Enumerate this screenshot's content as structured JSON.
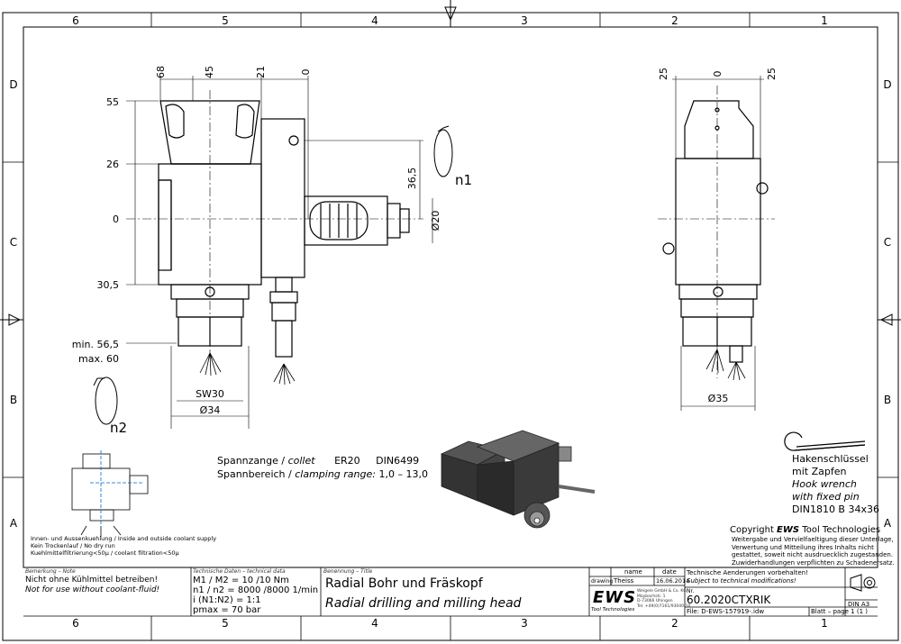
{
  "frame": {
    "column_numbers": [
      "6",
      "5",
      "4",
      "3",
      "2",
      "1"
    ],
    "row_letters": [
      "D",
      "C",
      "B",
      "A"
    ]
  },
  "dimensions": {
    "top": [
      "68",
      "45",
      "21",
      "0"
    ],
    "left": [
      "55",
      "26",
      "0",
      "30,5"
    ],
    "minmax": [
      "min. 56,5",
      "max. 60"
    ],
    "height_36_5": "36,5",
    "dia_20": "Ø20",
    "sw30": "SW30",
    "dia_34": "Ø34",
    "side_top": [
      "25",
      "0",
      "25"
    ],
    "dia_35": "Ø35",
    "rotation": [
      "n1",
      "n2"
    ]
  },
  "collet": {
    "line1_de": "Spannzange /",
    "line1_en": "collet",
    "line1_type": "ER20",
    "line1_std": "DIN6499",
    "line2_de": "Spannbereich /",
    "line2_en": "clamping range:",
    "line2_range": "1,0 – 13,0"
  },
  "coolant_notes": [
    "Innen- und Aussenkuehlung / Inside and outside coolant supply",
    "Kein Trockenlauf / No dry run",
    "Kuehlmittelfiltrierung<50µ / coolant filtration<50µ"
  ],
  "wrench": [
    "Hakenschlüssel",
    "mit Zapfen",
    "Hook wrench",
    "with fixed pin",
    "DIN1810 B 34x36"
  ],
  "copyright": {
    "title_prefix": "Copyright ",
    "brand": "EWS",
    "title_suffix": " Tool Technologies",
    "lines": [
      "Weitergabe und Vervielfaeltigung dieser Unterlage,",
      "Verwertung und Mitteilung ihres Inhalts nicht",
      "gestattet, soweit nicht ausdruecklich zugestanden.",
      "Zuwiderhandlungen verpflichten zu Schadenersatz."
    ]
  },
  "title_block": {
    "note_label": "Bemerkung – Note",
    "note_de": "Nicht ohne Kühlmittel betreiben!",
    "note_en": "Not for use without coolant-fluid!",
    "tech_label": "Technische Daten – technical data",
    "tech_lines": [
      "M1 / M2 = 10  /10  Nm",
      "n1 / n2 = 8000 /8000  1/min",
      "i  (N1:N2) = 1:1",
      "pmax     = 70  bar"
    ],
    "name_label": "Benennung – Title",
    "title_de": "Radial Bohr und Fräskopf",
    "title_en": "Radial drilling and milling head",
    "hdr_name": "name",
    "hdr_date": "date",
    "row_label": "drawing",
    "drawn_by": "Theiss",
    "drawn_date": "16.06.2014",
    "logo": "EWS",
    "logo_sub": "Tool Technologies",
    "address": [
      "Weigele GmbH & Co. KG",
      "Maybachstr. 1",
      "D-73066 Uhingen",
      "Tel. +49(0)7161/93040-10"
    ],
    "changes_de": "Technische Aenderungen vorbehalten!",
    "changes_en": "Subject to technical modifications!",
    "nr_label": "Nr.",
    "part_number": "60.2020CTXRIK",
    "file": "File: D-EWS-157919-.idw",
    "format": "DIN A3",
    "sheet": "Blatt – page  1 (1 )"
  }
}
